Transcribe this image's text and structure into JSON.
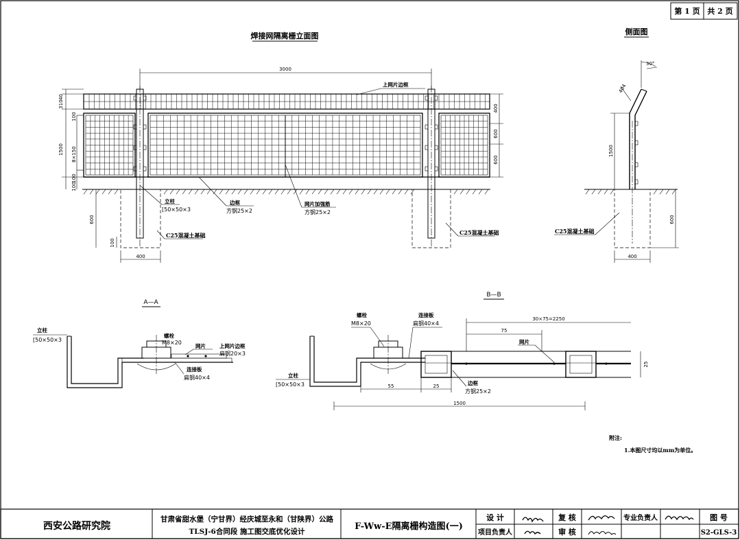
{
  "header": {
    "page_no": "第 1 页",
    "page_total": "共 2 页"
  },
  "elevation": {
    "title": "焊接网隔离栅立面图",
    "dim_3000": "3000",
    "dim_310": "310",
    "dim_40": "40",
    "dim_100a": "100",
    "dim_1500": "1500",
    "dim_8x150": "8×150",
    "dim_100b": "100",
    "dim_100c": "100",
    "dim_600": "600",
    "dim_100d": "100",
    "dim_400": "400",
    "dim_r400": "400",
    "dim_r600a": "600",
    "dim_r600b": "600",
    "label_top_rail": "上网片边框",
    "label_post": "立柱",
    "label_post_spec": "[50×50×3",
    "label_frame": "边框",
    "label_frame_spec": "方钢25×2",
    "label_stiff": "网片加强筋",
    "label_stiff_spec": "方钢25×2",
    "label_concrete_l": "C25混凝土基础",
    "label_concrete_r": "C25混凝土基础"
  },
  "side": {
    "title": "侧面图",
    "dim_30": "30°",
    "dim_404": "404",
    "dim_1500": "1500",
    "dim_600": "600",
    "dim_400": "400",
    "label_concrete": "C25混凝土基础"
  },
  "section_aa": {
    "title": "A—A",
    "label_post": "立柱",
    "label_post_spec": "[50×50×3",
    "label_bolt": "螺栓",
    "label_bolt_spec": "M8×20",
    "label_mesh": "网片",
    "label_top_rail": "上网片边框",
    "label_top_rail_spec": "扁钢20×3",
    "label_conn": "连接板",
    "label_conn_spec": "扁钢40×4"
  },
  "section_bb": {
    "title": "B—B",
    "label_bolt": "螺栓",
    "label_bolt_spec": "M8×20",
    "label_conn": "连接板",
    "label_conn_spec": "扁钢40×4",
    "label_post": "立柱",
    "label_post_spec": "[50×50×3",
    "label_mesh": "网片",
    "label_frame": "边框",
    "label_frame_spec": "方钢25×2",
    "dim_2250": "30×75=2250",
    "dim_75": "75",
    "dim_25v": "25",
    "dim_55": "55",
    "dim_25": "25",
    "dim_1500": "1500"
  },
  "notes": {
    "title": "附注:",
    "line1": "1.本图尺寸均以mm为单位。"
  },
  "title_block": {
    "org": "西安公路研究院",
    "project_line1": "甘肃省甜水堡（宁甘界）经庆城至永和（甘陕界）公路",
    "project_line2": "TLSJ-6合同段  施工图交底优化设计",
    "drawing_title": "F-Ww-E隔离栅构造图(一)",
    "design_label": "设  计",
    "check_label": "复 核",
    "chief_label": "专业负责人",
    "drawing_no_label": "图 号",
    "pm_label": "项目负责人",
    "review_label": "审 核",
    "drawing_no": "S2-GLS-3"
  }
}
